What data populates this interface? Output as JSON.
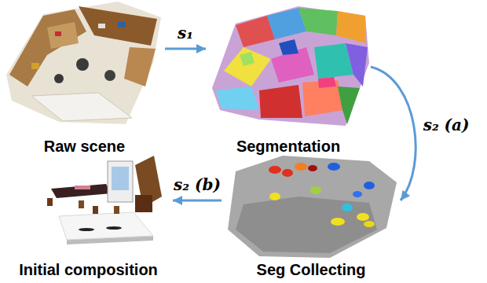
{
  "diagram": {
    "nodes": [
      {
        "text": [
          "Raw scene"
        ]
      },
      {
        "text": [
          "Segmentation"
        ]
      },
      {
        "text": [
          "Seg Collecting"
        ]
      },
      {
        "text": [
          "Initial composition"
        ]
      }
    ],
    "edges": [
      {
        "from": 0,
        "to": 1,
        "arrow": "to",
        "label": "s₁"
      },
      {
        "from": 1,
        "to": 2,
        "arrow": "to",
        "label": "s₂ (a)"
      },
      {
        "from": 2,
        "to": 3,
        "arrow": "to",
        "label": "s₂ (b)"
      }
    ]
  }
}
